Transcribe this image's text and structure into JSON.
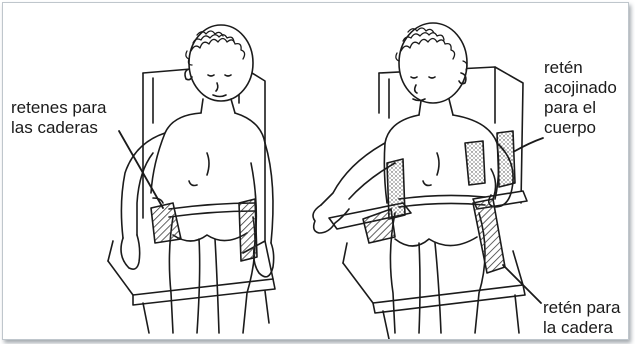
{
  "labels": {
    "hip_restraints": [
      "retenes para",
      "las caderas"
    ],
    "body_pad": [
      "retén",
      "acojinado",
      "para el",
      "cuerpo"
    ],
    "hip_restraint": [
      "retén para",
      "la cadera"
    ]
  },
  "colors": {
    "line": "#1b1b1b",
    "frame_border": "#bfc6cc",
    "hatch": "#3a3a3a"
  }
}
